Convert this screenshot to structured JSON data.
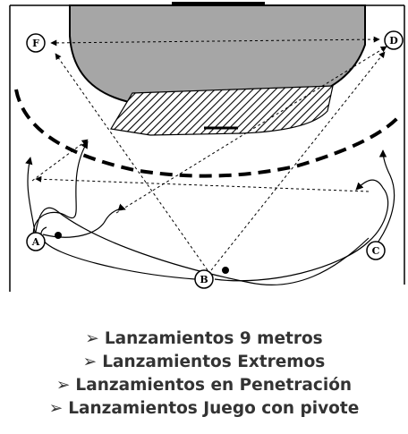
{
  "players": [
    {
      "id": "F",
      "label": "F"
    },
    {
      "id": "D",
      "label": "D"
    },
    {
      "id": "A",
      "label": "A"
    },
    {
      "id": "B",
      "label": "B"
    },
    {
      "id": "C",
      "label": "C"
    }
  ],
  "bullet_symbol": "➢",
  "bullets": [
    "Lanzamientos 9 metros",
    "Lanzamientos Extremos",
    "Lanzamientos en Penetración",
    "Lanzamientos Juego con pivote"
  ],
  "colors": {
    "area_fill": "#a6a6a6",
    "lines": "#000000",
    "caption_text": "#333333"
  }
}
